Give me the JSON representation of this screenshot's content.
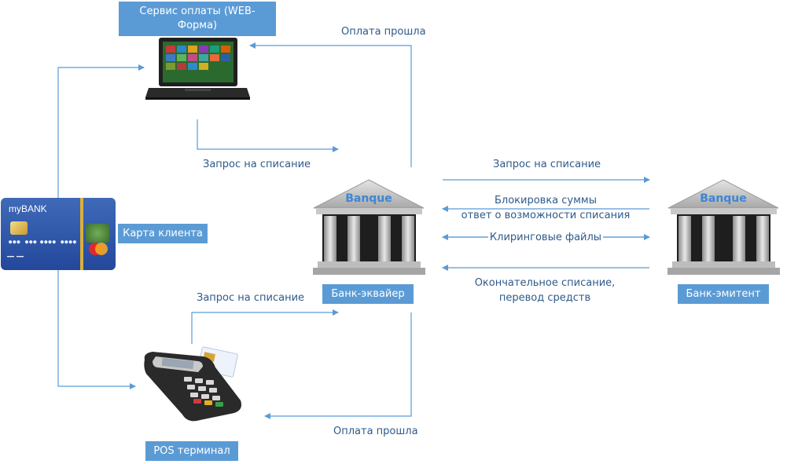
{
  "nodes": {
    "web_service": "Сервис оплаты (WEB-Форма)",
    "client_card": "Карта клиента",
    "acquirer_bank": "Банк-эквайер",
    "issuer_bank": "Банк-эмитент",
    "pos_terminal": "POS терминал"
  },
  "bank_icon_text": "Banque",
  "card": {
    "brand": "myBANK"
  },
  "arrows": {
    "payment_done_top": "Оплата прошла",
    "request_from_web": "Запрос на списание",
    "request_to_issuer": "Запрос на списание",
    "block_amount": "Блокировка суммы",
    "answer_possibility": "ответ о возможности списания",
    "clearing_files": "Клиринговые файлы",
    "final_writeoff": "Окончательное списание,",
    "funds_transfer": "перевод средств",
    "request_from_pos": "Запрос на списание",
    "payment_done_bottom": "Оплата прошла"
  },
  "colors": {
    "box": "#5b9bd5",
    "line": "#5b9bd5",
    "label": "#2e5a8a"
  }
}
